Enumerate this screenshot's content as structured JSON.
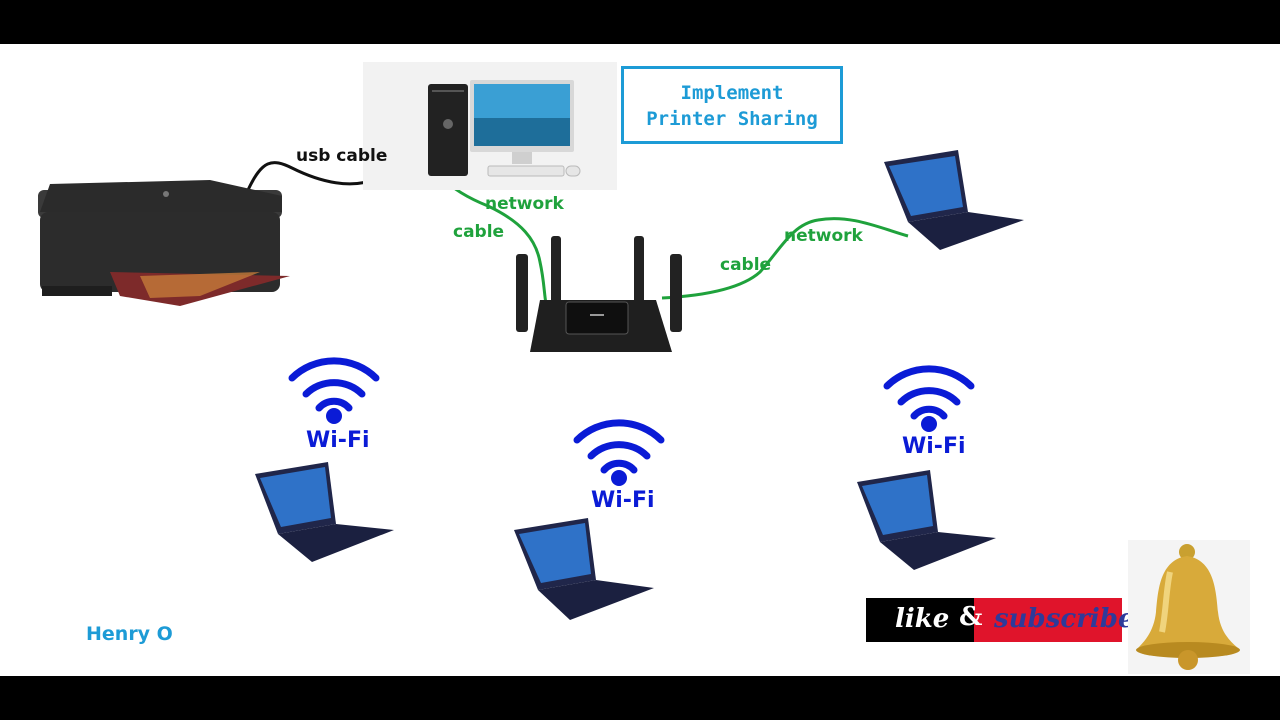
{
  "title": {
    "line1": "Implement",
    "line2": "Printer Sharing"
  },
  "labels": {
    "usb_cable": "usb cable",
    "network_left": "network",
    "cable_left": "cable",
    "cable_right": "cable",
    "network_right": "network"
  },
  "wifi": [
    {
      "label": "Wi-Fi"
    },
    {
      "label": "Wi-Fi"
    },
    {
      "label": "Wi-Fi"
    }
  ],
  "author": "Henry O",
  "subscribe": {
    "like": "like",
    "amp": "&",
    "subscribe": "subscribe"
  },
  "icons": [
    "printer-icon",
    "desktop-pc-icon",
    "router-icon",
    "laptop-icon",
    "wifi-icon",
    "bell-icon"
  ],
  "colors": {
    "wifi_blue": "#0a1bd6",
    "cable_green": "#1fa23c",
    "title_blue": "#1d9bd6",
    "subscribe_red": "#e0142b"
  }
}
